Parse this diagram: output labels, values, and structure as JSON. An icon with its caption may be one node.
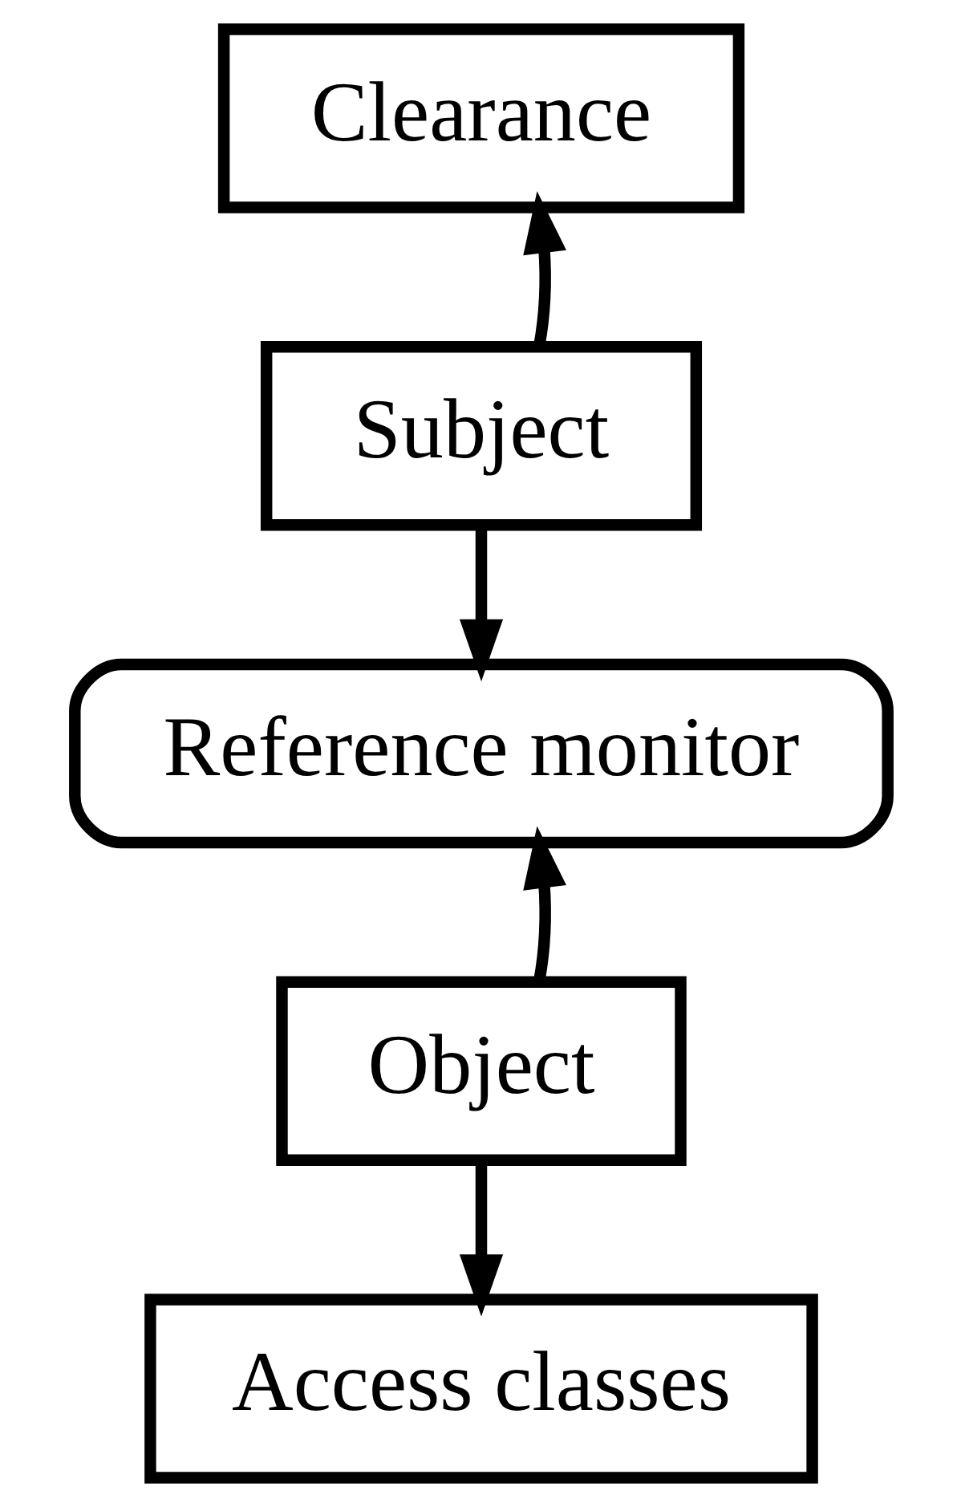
{
  "diagram": {
    "nodes": [
      {
        "text": [
          "Clearance"
        ]
      },
      {
        "text": [
          "Subject"
        ]
      },
      {
        "text": [
          "Reference monitor"
        ]
      },
      {
        "text": [
          "Object"
        ]
      },
      {
        "text": [
          "Access classes"
        ]
      }
    ],
    "edges": [
      {
        "from": 1,
        "to": 0,
        "arrow": "to"
      },
      {
        "from": 1,
        "to": 2,
        "arrow": "to"
      },
      {
        "from": 3,
        "to": 2,
        "arrow": "to"
      },
      {
        "from": 3,
        "to": 4,
        "arrow": "to"
      }
    ]
  }
}
